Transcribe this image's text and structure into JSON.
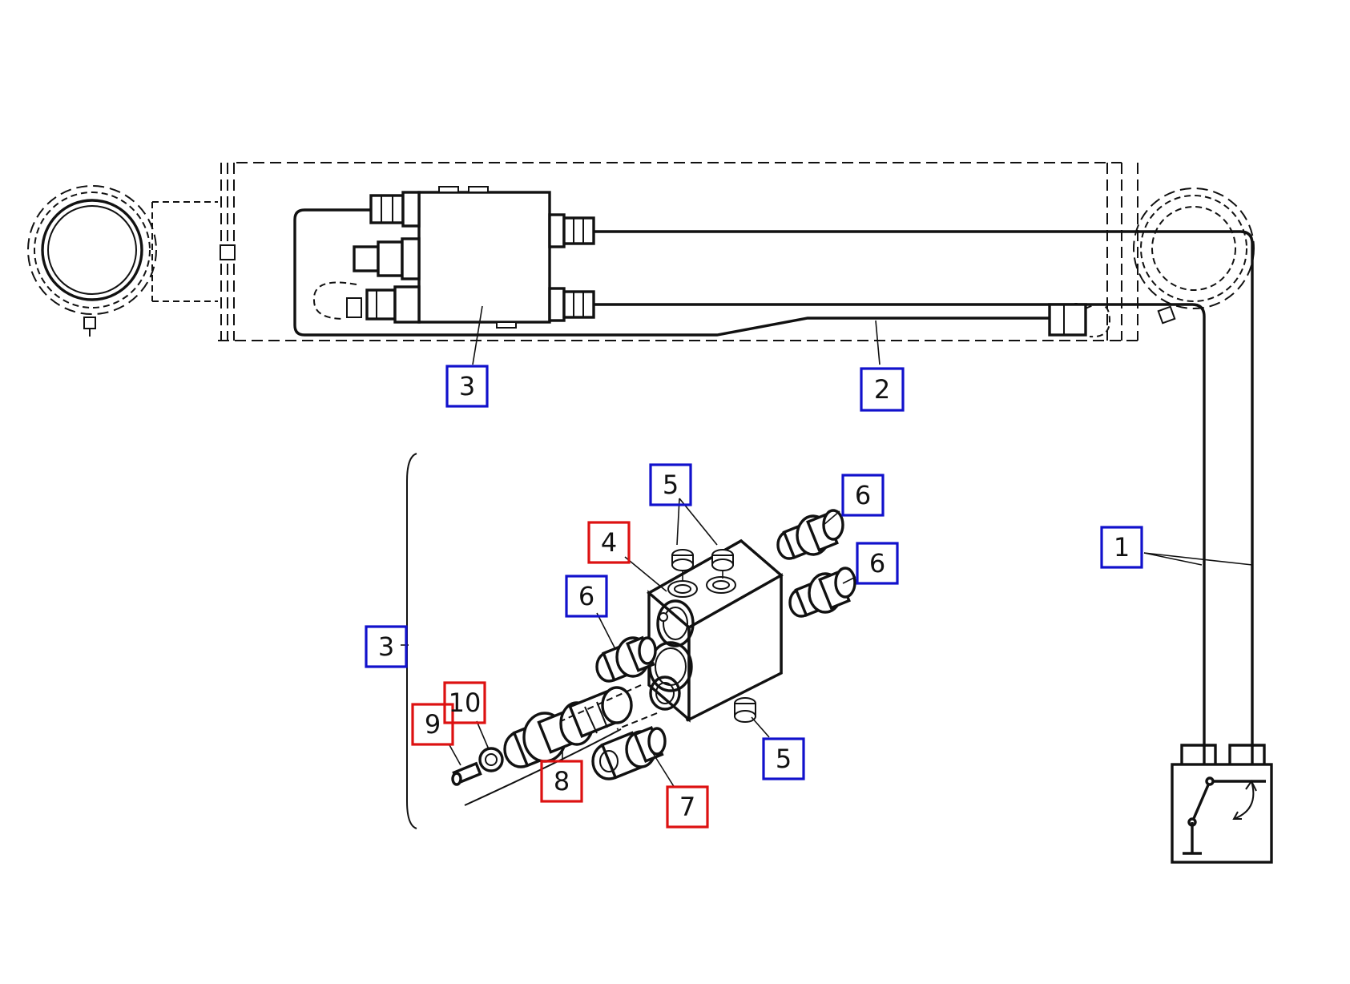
{
  "colors": {
    "blue_callout": "#1111cc",
    "red_callout": "#dd1111",
    "line": "#111111"
  },
  "callouts": {
    "c1": "1",
    "c2": "2",
    "c3_top": "3",
    "c3_bracket": "3",
    "c4": "4",
    "c5_top": "5",
    "c5_bottom": "5",
    "c6_upper_right": "6",
    "c6_lower_right": "6",
    "c6_left": "6",
    "c7": "7",
    "c8": "8",
    "c9": "9",
    "c10": "10"
  }
}
